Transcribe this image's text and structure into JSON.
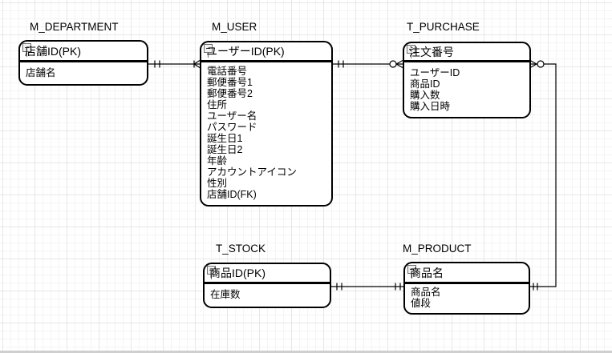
{
  "canvas": {
    "background": "#ffffff",
    "grid_minor_color": "#f4f4f4",
    "grid_major_color": "#e7e7e7",
    "line_color": "#000000"
  },
  "entities": [
    {
      "title": "M_DEPARTMENT",
      "header": "店舗ID(PK)",
      "rows": [
        "店舗名"
      ]
    },
    {
      "title": "M_USER",
      "header": "ユーザーID(PK)",
      "rows": [
        "電話番号",
        "郵便番号1",
        "郵便番号2",
        "住所",
        "ユーザー名",
        "パスワード",
        "誕生日1",
        "誕生日2",
        "年齢",
        "アカウントアイコン",
        "性別",
        "店舗ID(FK)"
      ]
    },
    {
      "title": "T_PURCHASE",
      "header": "注文番号",
      "rows": [
        "ユーザーID",
        "商品ID",
        "購入数",
        "購入日時"
      ]
    },
    {
      "title": "T_STOCK",
      "header": "商品ID(PK)",
      "rows": [
        "在庫数"
      ]
    },
    {
      "title": "M_PRODUCT",
      "header": "商品名",
      "rows": [
        "商品名",
        "値段"
      ]
    }
  ],
  "relationships": [
    {
      "from": "M_DEPARTMENT",
      "to": "M_USER",
      "from_cardinality": "one-and-only-one",
      "to_cardinality": "one-or-many"
    },
    {
      "from": "M_USER",
      "to": "T_PURCHASE",
      "from_cardinality": "one-and-only-one",
      "to_cardinality": "zero-or-many"
    },
    {
      "from": "M_PRODUCT",
      "to": "T_PURCHASE",
      "from_cardinality": "one-and-only-one",
      "to_cardinality": "zero-or-many"
    },
    {
      "from": "T_STOCK",
      "to": "M_PRODUCT",
      "from_cardinality": "one-and-only-one",
      "to_cardinality": "one-and-only-one"
    }
  ],
  "icons": {
    "collapse": "minus-in-square"
  }
}
